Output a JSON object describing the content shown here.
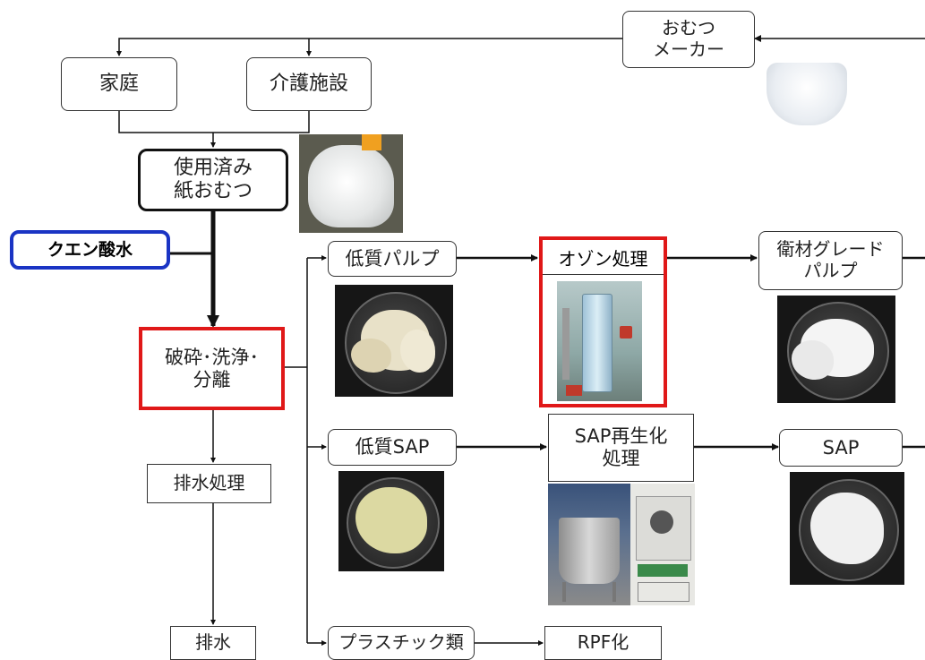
{
  "nodes": {
    "maker": "おむつ\nメーカー",
    "home": "家庭",
    "care": "介護施設",
    "used": "使用済み\n紙おむつ",
    "citric": "クエン酸水",
    "crush": "破砕･洗浄･\n分離",
    "low_pulp": "低質パルプ",
    "ozone": "オゾン処理",
    "grade_pulp": "衛材グレード\nパルプ",
    "low_sap": "低質SAP",
    "sap_regen": "SAP再生化\n処理",
    "sap": "SAP",
    "drain_proc": "排水処理",
    "drain": "排水",
    "plastic": "プラスチック類",
    "rpf": "RPF化"
  },
  "colors": {
    "highlight_red": "#e01818",
    "highlight_blue": "#1a34c4",
    "arrow": "#111111",
    "pulp": "#e8e1c8",
    "sap_low": "#dcd9a2",
    "white_material": "#f4f4f4"
  }
}
